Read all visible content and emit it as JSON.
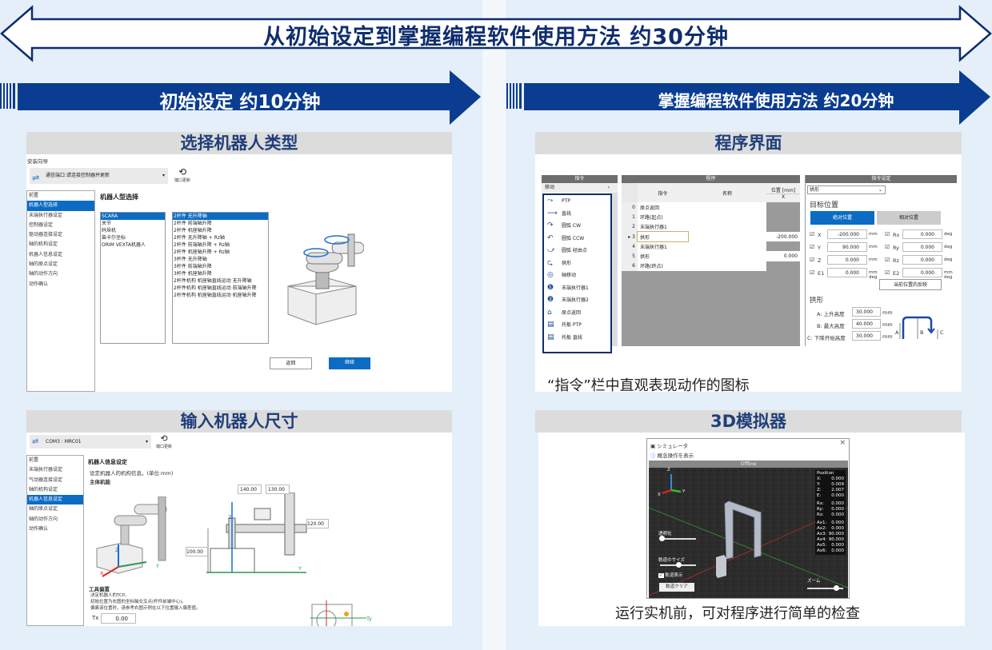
{
  "header": {
    "title": "从初始设定到掌握编程软件使用方法 约30分钟"
  },
  "banners": {
    "left": "初始设定 约10分钟",
    "right": "掌握编程软件使用方法 约20分钟"
  },
  "colors": {
    "navy": "#0f2d6e",
    "banner": "#0a3d91",
    "accent": "#0c6cc4",
    "panel_header": "#dcdcdc"
  },
  "panel1": {
    "header": "选择机器人类型",
    "wizard": "安装向导",
    "port_dropdown": "通信端口:请连接控制器并更新",
    "port_update": "端口更新",
    "nav": [
      "前置",
      "机器人型选择",
      "末端执行器设定",
      "控制器设定",
      "驱动器连接设定",
      "轴的机构设定",
      "机器人信息设定",
      "轴的原点设定",
      "轴的动作方向",
      "动作确认"
    ],
    "title": "机器人型选择",
    "types": [
      "SCARA",
      "关节",
      "码垛机",
      "笛卡尔坐标",
      "ORIM VEXTA机器人"
    ],
    "variants": [
      "2杆件 无升降轴",
      "2杆件 前端轴升降",
      "2杆件 机座轴升降",
      "2杆件 无升降轴 + Rz轴",
      "2杆件 前端轴升降 + Rz轴",
      "2杆件 机座轴升降 + Rz轴",
      "3杆件 无升降轴",
      "3杆件 前端轴升降",
      "3杆件 机座轴升降",
      "2杆件机构 机座轴直线运动 无升降轴",
      "2杆件机构 机座轴直线运动 前端轴升降",
      "2杆件机构 机座轴直线运动 机座轴升降"
    ],
    "back": "返回",
    "next": "继续"
  },
  "panel2": {
    "header": "输入机器人尺寸",
    "port_dropdown": "COM3 : MRC01",
    "port_update": "端口更新",
    "nav": [
      "前置",
      "末端执行器设定",
      "气动器连接设定",
      "轴的机构设定",
      "机器人信息设定",
      "轴的原点设定",
      "轴的动作方向",
      "动作确认"
    ],
    "title": "机器人信息设定",
    "desc": "设定机器人的机构信息。(单位:mm)",
    "section": "主体机能",
    "dims": [
      "140.00",
      "130.00",
      "120.00",
      "100.00"
    ],
    "axes": {
      "x": "X",
      "y": "Y",
      "z": "Z"
    },
    "tool_title": "工具偏置",
    "tool_lines": [
      "决定机器人的TCP。",
      "初始位置为右图的坐标轴交叉点(杆件前端中心)。",
      "偏离该位置时，请参考右图示例在以下位置输入偏差值。"
    ],
    "tx_label": "Tx",
    "tx_value": "0.00",
    "ty_label": "Ty"
  },
  "panel3": {
    "header": "程序界面",
    "cmd_header": "指令",
    "cmd_group": "移动",
    "commands": [
      {
        "icon": "ptp-icon",
        "glyph": "⤳",
        "label": "PTP"
      },
      {
        "icon": "linear-icon",
        "glyph": "⟶",
        "label": "直线"
      },
      {
        "icon": "arc-cw-icon",
        "glyph": "↷",
        "label": "圆弧 CW"
      },
      {
        "icon": "arc-ccw-icon",
        "glyph": "↶",
        "label": "圆弧 CCW"
      },
      {
        "icon": "arc-via-icon",
        "glyph": "⤻",
        "label": "圆弧 经由点"
      },
      {
        "icon": "arch-icon",
        "glyph": "⮎",
        "label": "拱形"
      },
      {
        "icon": "axis-move-icon",
        "glyph": "◎",
        "label": "轴移动"
      },
      {
        "icon": "end-effector-1-icon",
        "glyph": "❶",
        "label": "末端执行器1"
      },
      {
        "icon": "end-effector-2-icon",
        "glyph": "❷",
        "label": "末端执行器2"
      },
      {
        "icon": "home-icon",
        "glyph": "⌂",
        "label": "原点返回"
      },
      {
        "icon": "pallet-ptp-icon",
        "glyph": "▤",
        "label": "托板 PTP"
      },
      {
        "icon": "pallet-linear-icon",
        "glyph": "▤",
        "label": "托板 直线"
      }
    ],
    "program_header": "程序",
    "columns": {
      "cmd": "指令",
      "name": "名称",
      "pos": "位置 [mm]",
      "x": "X"
    },
    "rows": [
      {
        "n": "0",
        "cmd": "原点返回",
        "x": ""
      },
      {
        "n": "1",
        "cmd": "环路(起点)",
        "x": ""
      },
      {
        "n": "2",
        "cmd": "末端执行器1",
        "x": ""
      },
      {
        "n": "3",
        "cmd": "拱形",
        "x": "-200.000"
      },
      {
        "n": "4",
        "cmd": "末端执行器1",
        "x": ""
      },
      {
        "n": "5",
        "cmd": "拱形",
        "x": "0.000"
      },
      {
        "n": "6",
        "cmd": "环路(终点)",
        "x": ""
      }
    ],
    "settings_header": "指令设定",
    "settings_select": "拱形",
    "target_title": "目标位置",
    "abs_btn": "绝对位置",
    "rel_btn": "相对位置",
    "fields": [
      {
        "l": "X",
        "v": "-200.000",
        "u": "mm",
        "l2": "Rx",
        "v2": "0.000",
        "u2": "deg"
      },
      {
        "l": "Y",
        "v": "90.000",
        "u": "mm",
        "l2": "Ry",
        "v2": "0.000",
        "u2": "deg"
      },
      {
        "l": "Z",
        "v": "0.000",
        "u": "mm",
        "l2": "Rz",
        "v2": "0.000",
        "u2": "deg"
      },
      {
        "l": "E1",
        "v": "0.000",
        "u": "mm deg",
        "l2": "E2",
        "v2": "0.000",
        "u2": "mm deg"
      }
    ],
    "reflect_btn": "当前位置的反映",
    "arch_title": "拱形",
    "arch_fields": [
      {
        "l": "A:  上升高度",
        "v": "30.000",
        "u": "mm"
      },
      {
        "l": "B:  最大高度",
        "v": "40.000",
        "u": "mm"
      },
      {
        "l": "C:  下降开始高度",
        "v": "30.000",
        "u": "mm"
      }
    ],
    "arch_labels": [
      "A",
      "B",
      "C"
    ],
    "caption": "“指令”栏中直观表现动作的图标"
  },
  "panel4": {
    "header": "3D模拟器",
    "window_title": "シミュレータ",
    "help": "概念操作を表示",
    "status": "Offline",
    "position_title": "Position",
    "position": [
      [
        "X:",
        "0.000"
      ],
      [
        "Y:",
        "0.009"
      ],
      [
        "Z:",
        "2.007"
      ],
      [
        "E:",
        "0.000"
      ],
      [
        "Rx:",
        "0.000"
      ],
      [
        "Ry:",
        "0.000"
      ],
      [
        "Rz:",
        "0.000"
      ],
      [
        "Ax1:",
        "0.000"
      ],
      [
        "Ax2:",
        "0.000"
      ],
      [
        "Ax3:",
        "90.000"
      ],
      [
        "Ax4:",
        "90.000"
      ],
      [
        "Ax5:",
        "0.000"
      ],
      [
        "Ax6:",
        "0.000"
      ]
    ],
    "transparency": "透明化",
    "transparency_value": 0.05,
    "trail_size": "軌道のサイズ",
    "trail_size_value": 0.5,
    "trail_show": "軌道表示",
    "trail_clear": "軌道クリア",
    "zoom": "ズーム",
    "zoom_value": 0.8,
    "axes": {
      "x": "X",
      "y": "Y",
      "z": "Z"
    },
    "caption": "运行实机前，可对程序进行简单的检查"
  }
}
